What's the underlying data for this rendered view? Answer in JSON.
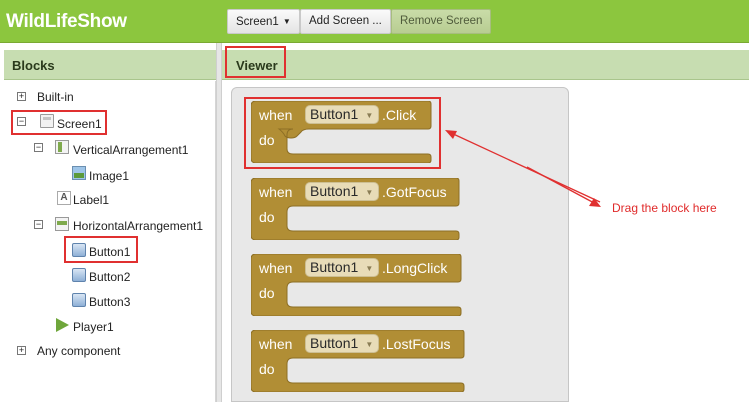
{
  "app": {
    "title": "WildLifeShow"
  },
  "toolbar": {
    "screen_select": "Screen1",
    "add_screen": "Add Screen ...",
    "remove_screen": "Remove Screen"
  },
  "blocks_panel": {
    "header": "Blocks",
    "tree": [
      {
        "label": "Built-in",
        "toggle": "+"
      },
      {
        "label": "Screen1",
        "toggle": "−"
      },
      {
        "label": "VerticalArrangement1",
        "toggle": "−"
      },
      {
        "label": "Image1"
      },
      {
        "label": "Label1"
      },
      {
        "label": "HorizontalArrangement1",
        "toggle": "−"
      },
      {
        "label": "Button1"
      },
      {
        "label": "Button2"
      },
      {
        "label": "Button3"
      },
      {
        "label": "Player1"
      },
      {
        "label": "Any component",
        "toggle": "+"
      }
    ]
  },
  "viewer": {
    "header": "Viewer",
    "blocks": [
      {
        "when": "when",
        "component": "Button1",
        "event": ".Click",
        "do": "do"
      },
      {
        "when": "when",
        "component": "Button1",
        "event": ".GotFocus",
        "do": "do"
      },
      {
        "when": "when",
        "component": "Button1",
        "event": ".LongClick",
        "do": "do"
      },
      {
        "when": "when",
        "component": "Button1",
        "event": ".LostFocus",
        "do": "do"
      }
    ]
  },
  "annotation": {
    "text": "Drag the block here"
  },
  "colors": {
    "topbar": "#8cc63e",
    "panel_header": "#c7ddb1",
    "block": "#b18e35",
    "highlight": "#e03030"
  }
}
